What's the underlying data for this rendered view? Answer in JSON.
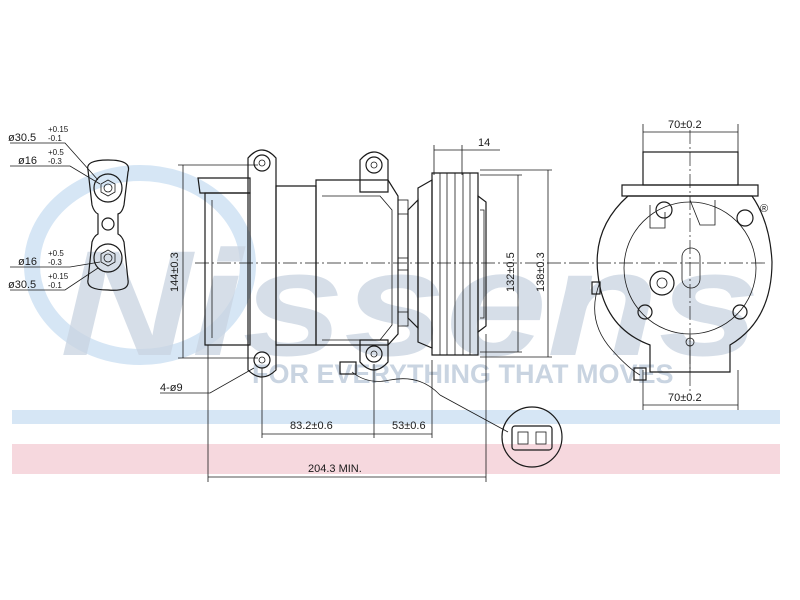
{
  "watermark": {
    "brand": "Nissens",
    "tagline": "FOR EVERYTHING THAT MOVES",
    "registered_mark": "®",
    "band_colors": {
      "blue": "#d6e6f5",
      "red": "#f6d8de",
      "text": "#c9d4e1"
    }
  },
  "dimensions": {
    "port_top_large": {
      "main": "ø30.5",
      "tol_plus": "+0.15",
      "tol_minus": "-0.1"
    },
    "port_top_small": {
      "main": "ø16",
      "tol_plus": "+0.5",
      "tol_minus": "-0.3"
    },
    "port_bottom_small": {
      "main": "ø16",
      "tol_plus": "+0.5",
      "tol_minus": "-0.3"
    },
    "port_bottom_large": {
      "main": "ø30.5",
      "tol_plus": "+0.15",
      "tol_minus": "-0.1"
    },
    "mount_holes": "4-ø9",
    "body_height": "144±0.3",
    "pulley_width": "14",
    "pulley_dia_inner": "132±0.5",
    "pulley_dia_outer": "138±0.3",
    "hole_spacing_a": "83.2±0.6",
    "hole_spacing_b": "53±0.6",
    "overall_length": "204.3 MIN.",
    "end_width_top": "70±0.2",
    "end_width_bottom": "70±0.2"
  }
}
